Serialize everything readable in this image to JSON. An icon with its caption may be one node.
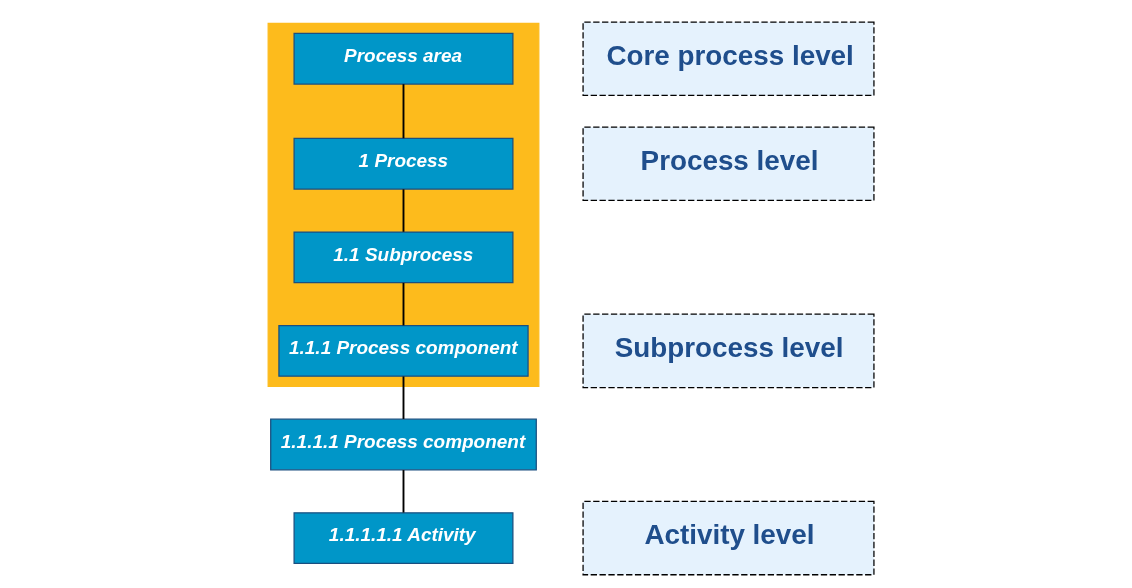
{
  "diagram": {
    "nodes": [
      {
        "text": [],
        "shape": "box"
      },
      {
        "text": [
          "Core process level"
        ]
      },
      {
        "text": [
          "Process area"
        ],
        "in": 0
      },
      {
        "text": [
          "Process level"
        ]
      },
      {
        "text": [
          "1 Process"
        ],
        "in": 0
      },
      {
        "text": [
          "Subprocess level"
        ]
      },
      {
        "text": [
          "1.1 Subprocess"
        ],
        "in": 0
      },
      {
        "text": [
          "1.1.1 Process component"
        ],
        "in": 0
      },
      {
        "text": [
          "1.1.1.1 Process component"
        ]
      },
      {
        "text": [
          "Activity level"
        ]
      },
      {
        "text": [
          "1.1.1.1.1 Activity"
        ]
      }
    ],
    "edges": [
      {
        "from": 2,
        "to": 4,
        "arrow": "none"
      },
      {
        "from": 4,
        "to": 6,
        "arrow": "none"
      },
      {
        "from": 6,
        "to": 7,
        "arrow": "none"
      },
      {
        "from": 7,
        "to": 8,
        "arrow": "none"
      },
      {
        "from": 8,
        "to": 10,
        "arrow": "none"
      }
    ]
  }
}
